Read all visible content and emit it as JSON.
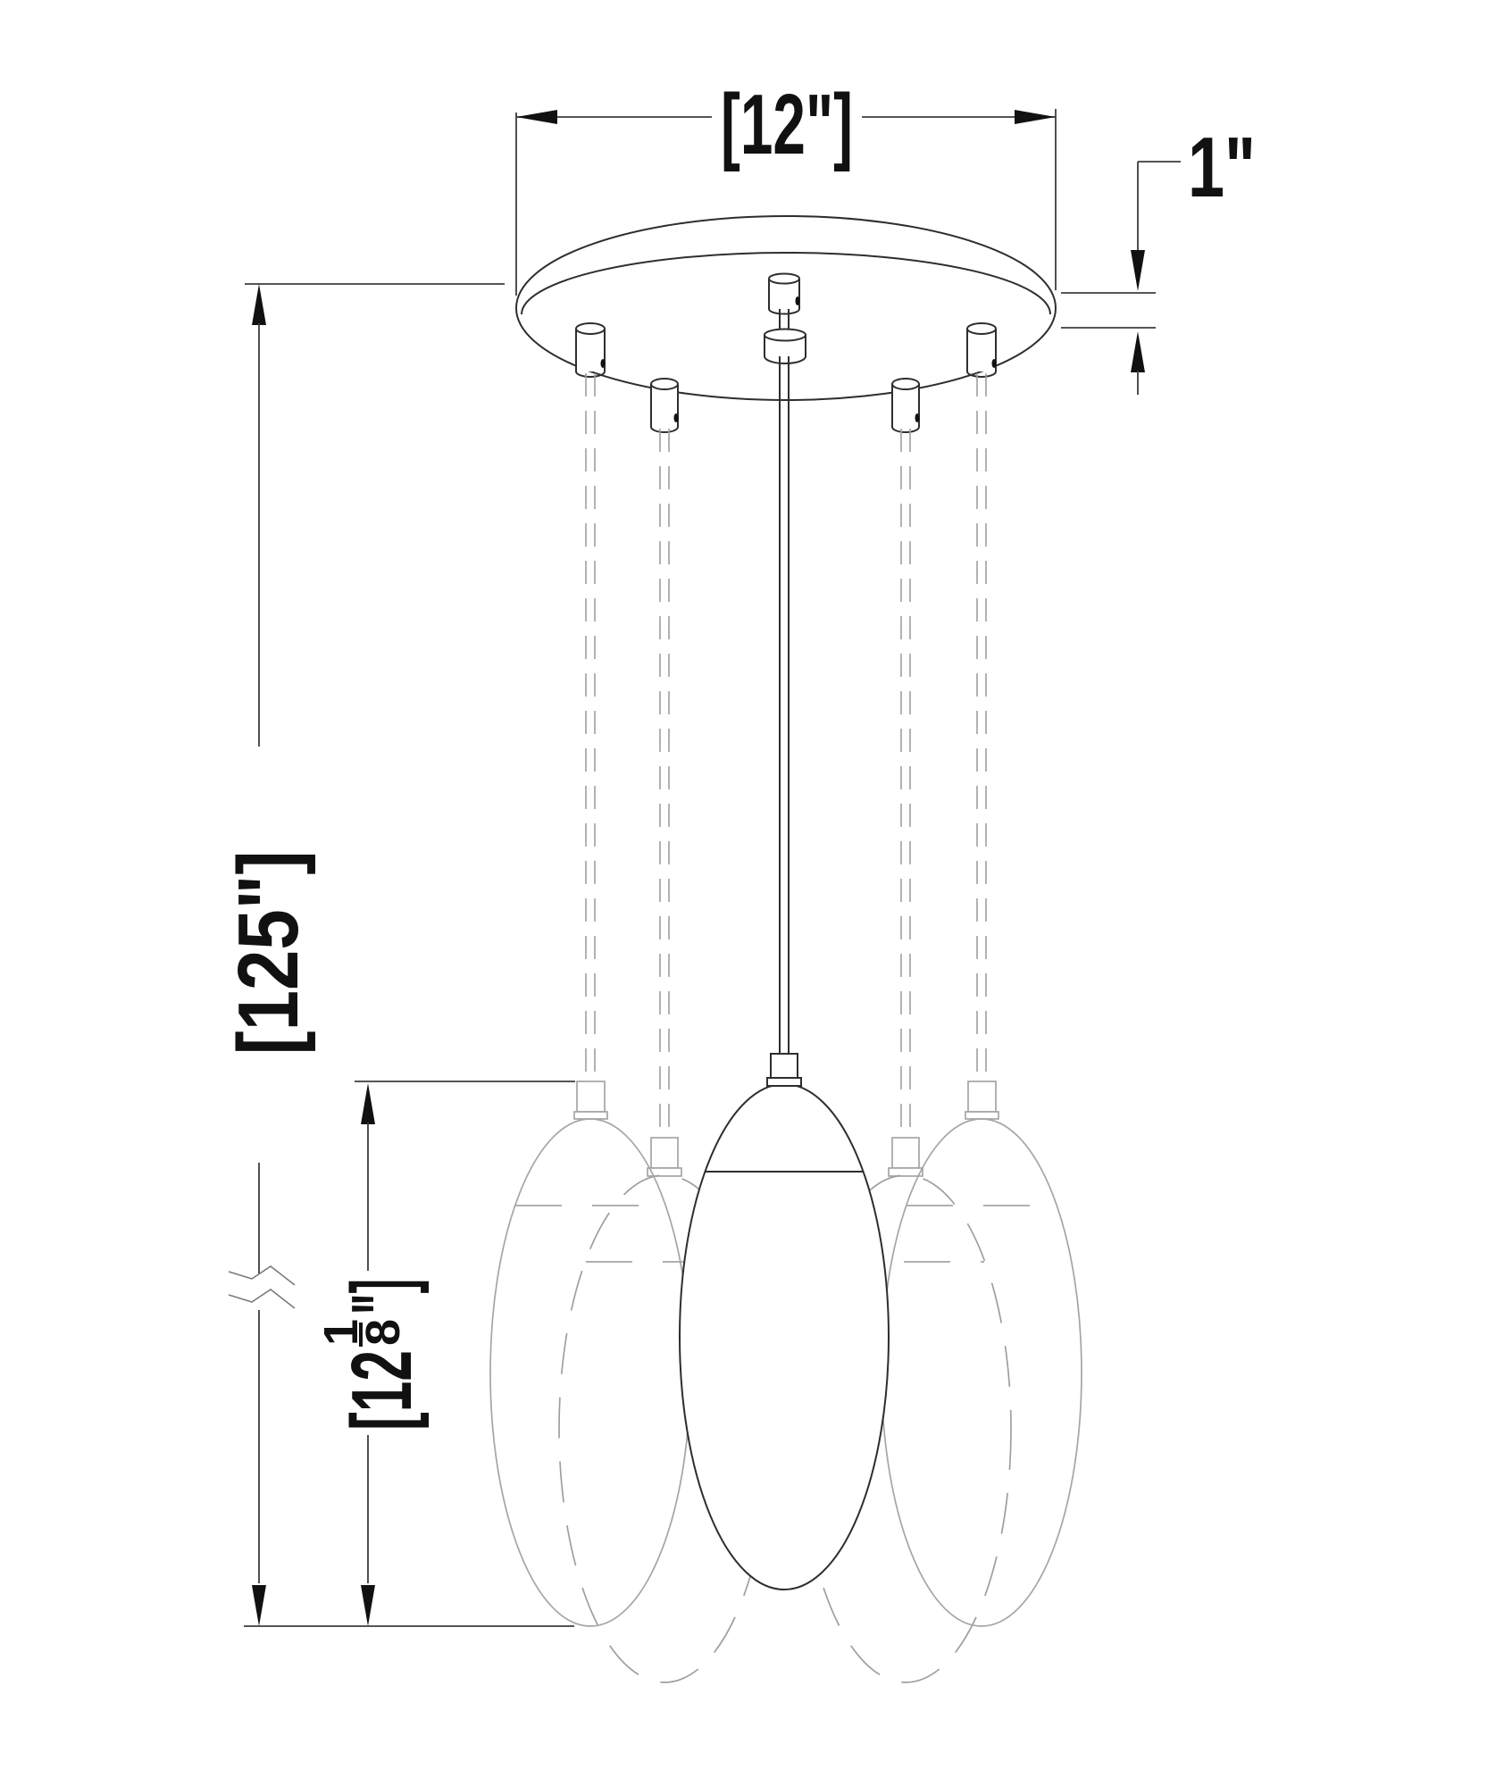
{
  "dimensions": {
    "canopy_width": "[12\"]",
    "canopy_thickness": "1\"",
    "overall_height": "[125\"]",
    "shade_height": {
      "prefix": "[12",
      "numerator": "1",
      "denominator": "8",
      "suffix": "\"]"
    }
  },
  "colors": {
    "drawing_line": "#2e2e2e",
    "hidden_line": "#a5a5a5",
    "dimension_line": "#3d3d3d",
    "text": "#111111",
    "background": "#ffffff"
  }
}
